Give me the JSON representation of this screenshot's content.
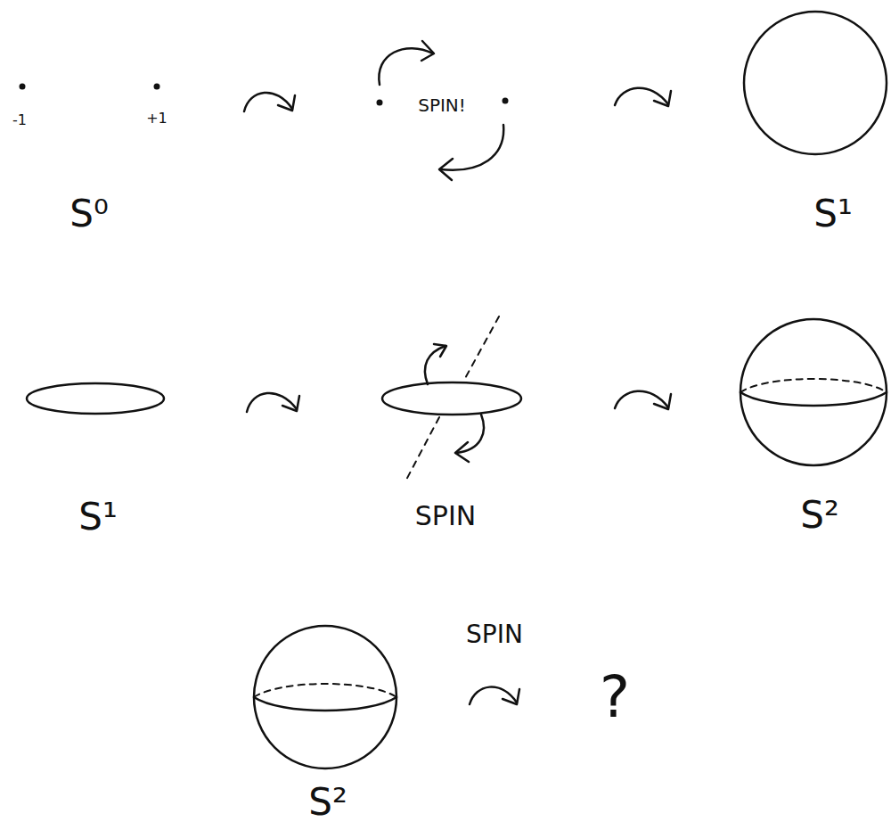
{
  "diagram": {
    "labels": [
      "-1",
      "+1",
      "SPIN!",
      "S⁰",
      "S¹",
      "S¹",
      "SPIN",
      "S²",
      "S²",
      "SPIN",
      "?"
    ]
  }
}
